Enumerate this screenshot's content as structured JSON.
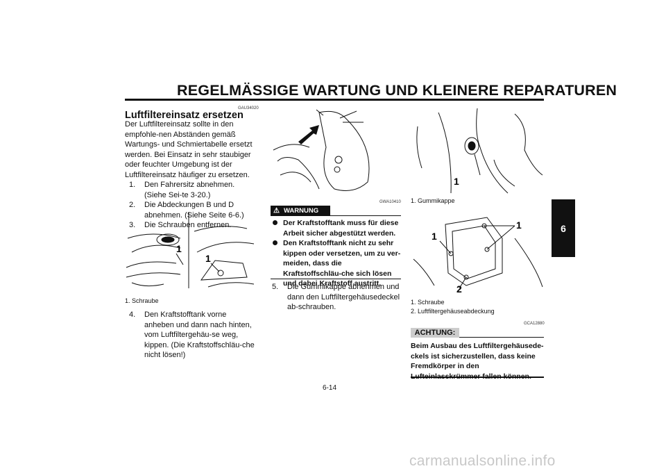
{
  "header": {
    "title": "REGELMÄSSIGE WARTUNG UND KLEINERE REPARATUREN",
    "tab_number": "6"
  },
  "section": {
    "code": "GAU34020",
    "title": "Luftfiltereinsatz ersetzen",
    "intro": "Der Luftfiltereinsatz sollte in den empfohle-nen Abständen gemäß Wartungs- und Schmiertabelle ersetzt werden. Bei Einsatz in sehr staubiger oder feuchter Umgebung ist der Luftfiltereinsatz häufiger zu ersetzen.",
    "steps": [
      {
        "num": "1.",
        "text": "Den Fahrersitz abnehmen. (Siehe Sei-te 3-20.)"
      },
      {
        "num": "2.",
        "text": "Die Abdeckungen B und D abnehmen. (Siehe Seite 6-6.)"
      },
      {
        "num": "3.",
        "text": "Die Schrauben entfernen."
      },
      {
        "num": "4.",
        "text": "Den Kraftstofftank vorne anheben und dann nach hinten, vom Luftfiltergehäu-se weg, kippen. (Die Kraftstoffschläu-che nicht lösen!)"
      },
      {
        "num": "5.",
        "text": "Die Gummikappe abnehmen und dann den Luftfiltergehäusedeckel ab-schrauben."
      }
    ]
  },
  "figure1": {
    "caption": "1. Schraube",
    "callouts": [
      "1",
      "1"
    ]
  },
  "figure2": {
    "code": "GWA10410"
  },
  "warning": {
    "label": "WARNUNG",
    "bullets": [
      "Der Kraftstofftank muss für diese Arbeit sicher abgestützt werden.",
      "Den Kraftstofftank nicht zu sehr kippen oder versetzen, um zu ver-meiden, dass die Kraftstoffschläu-che sich lösen und dabei Kraftstoff austritt."
    ]
  },
  "figure3": {
    "caption": "1. Gummikappe",
    "callout": "1"
  },
  "figure4": {
    "captions": [
      "1. Schraube",
      "2. Luftfiltergehäuseabdeckung"
    ],
    "callouts": [
      "1",
      "1",
      "2"
    ],
    "code": "GCA12880"
  },
  "achtung": {
    "label": "ACHTUNG:",
    "text": "Beim Ausbau des Luftfiltergehäusede-ckels ist sicherzustellen, dass keine Fremdkörper in den Lufteinlasskrümmer fallen können."
  },
  "footer": {
    "page": "6-14",
    "watermark": "carmanualsonline.info"
  }
}
